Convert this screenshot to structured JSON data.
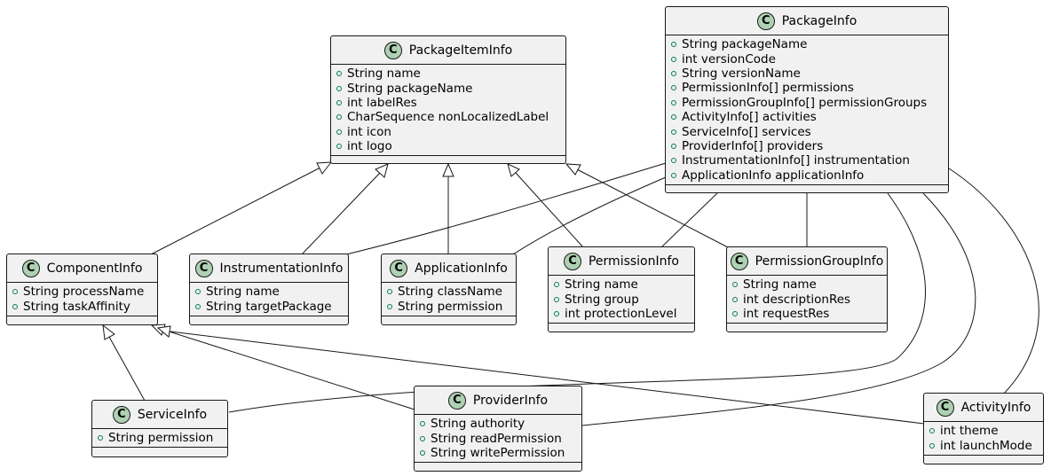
{
  "classes": {
    "PackageItemInfo": {
      "name": "PackageItemInfo",
      "stereotype_letter": "C",
      "attributes": [
        "String name",
        "String packageName",
        "int labelRes",
        "CharSequence nonLocalizedLabel",
        "int icon",
        "int logo"
      ]
    },
    "PackageInfo": {
      "name": "PackageInfo",
      "stereotype_letter": "C",
      "attributes": [
        "String packageName",
        "int versionCode",
        "String versionName",
        "PermissionInfo[] permissions",
        "PermissionGroupInfo[] permissionGroups",
        "ActivityInfo[] activities",
        "ServiceInfo[] services",
        "ProviderInfo[] providers",
        "InstrumentationInfo[] instrumentation",
        "ApplicationInfo applicationInfo"
      ]
    },
    "ComponentInfo": {
      "name": "ComponentInfo",
      "stereotype_letter": "C",
      "attributes": [
        "String processName",
        "String taskAffinity"
      ]
    },
    "InstrumentationInfo": {
      "name": "InstrumentationInfo",
      "stereotype_letter": "C",
      "attributes": [
        "String name",
        "String targetPackage"
      ]
    },
    "ApplicationInfo": {
      "name": "ApplicationInfo",
      "stereotype_letter": "C",
      "attributes": [
        "String className",
        "String permission"
      ]
    },
    "PermissionInfo": {
      "name": "PermissionInfo",
      "stereotype_letter": "C",
      "attributes": [
        "String name",
        "String group",
        "int protectionLevel"
      ]
    },
    "PermissionGroupInfo": {
      "name": "PermissionGroupInfo",
      "stereotype_letter": "C",
      "attributes": [
        "String name",
        "int descriptionRes",
        "int requestRes"
      ]
    },
    "ServiceInfo": {
      "name": "ServiceInfo",
      "stereotype_letter": "C",
      "attributes": [
        "String permission"
      ]
    },
    "ProviderInfo": {
      "name": "ProviderInfo",
      "stereotype_letter": "C",
      "attributes": [
        "String authority",
        "String readPermission",
        "String writePermission"
      ]
    },
    "ActivityInfo": {
      "name": "ActivityInfo",
      "stereotype_letter": "C",
      "attributes": [
        "int theme",
        "int launchMode"
      ]
    }
  },
  "relations": [
    {
      "type": "inheritance",
      "from": "ComponentInfo",
      "to": "PackageItemInfo"
    },
    {
      "type": "inheritance",
      "from": "InstrumentationInfo",
      "to": "PackageItemInfo"
    },
    {
      "type": "inheritance",
      "from": "ApplicationInfo",
      "to": "PackageItemInfo"
    },
    {
      "type": "inheritance",
      "from": "PermissionInfo",
      "to": "PackageItemInfo"
    },
    {
      "type": "inheritance",
      "from": "PermissionGroupInfo",
      "to": "PackageItemInfo"
    },
    {
      "type": "inheritance",
      "from": "ServiceInfo",
      "to": "ComponentInfo"
    },
    {
      "type": "inheritance",
      "from": "ProviderInfo",
      "to": "ComponentInfo"
    },
    {
      "type": "inheritance",
      "from": "ActivityInfo",
      "to": "ComponentInfo"
    },
    {
      "type": "association",
      "from": "PackageInfo",
      "to": "InstrumentationInfo"
    },
    {
      "type": "association",
      "from": "PackageInfo",
      "to": "ApplicationInfo"
    },
    {
      "type": "association",
      "from": "PackageInfo",
      "to": "PermissionInfo"
    },
    {
      "type": "association",
      "from": "PackageInfo",
      "to": "PermissionGroupInfo"
    },
    {
      "type": "association",
      "from": "PackageInfo",
      "to": "ServiceInfo"
    },
    {
      "type": "association",
      "from": "PackageInfo",
      "to": "ProviderInfo"
    },
    {
      "type": "association",
      "from": "PackageInfo",
      "to": "ActivityInfo"
    }
  ],
  "colors": {
    "class_fill": "#f1f1f1",
    "border": "#181818",
    "badge_fill": "#add1b2",
    "visibility_public": "#038048"
  }
}
